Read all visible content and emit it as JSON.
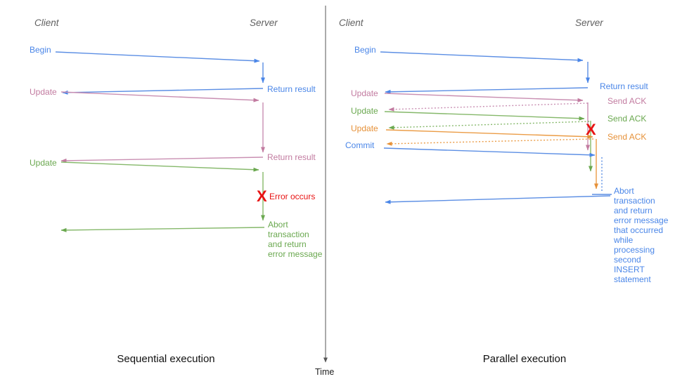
{
  "palette": {
    "blue": "#4a86e8",
    "pink": "#c27ba0",
    "green": "#6aa84f",
    "orange": "#e69138",
    "red": "#e81313",
    "header_gray": "#606060",
    "axis_gray": "#555555"
  },
  "time_axis": {
    "label": "Time"
  },
  "left": {
    "client_header": "Client",
    "server_header": "Server",
    "caption": "Sequential execution",
    "begin_label": "Begin",
    "return_result_1": "Return result",
    "update_1": "Update",
    "return_result_2": "Return result",
    "update_2": "Update",
    "x_mark": "X",
    "error_label": "Error occurs",
    "abort_note": "Abort\ntransaction\nand return\nerror message"
  },
  "right": {
    "client_header": "Client",
    "server_header": "Server",
    "caption": "Parallel execution",
    "begin_label": "Begin",
    "return_result": "Return result",
    "update_1": "Update",
    "send_ack_1": "Send ACK",
    "update_2": "Update",
    "send_ack_2": "Send ACK",
    "update_3": "Update",
    "send_ack_3": "Send ACK",
    "commit_label": "Commit",
    "x_mark": "X",
    "abort_note": "Abort\ntransaction\nand return\nerror message\nthat occurred\nwhile\nprocessing\nsecond\nINSERT\nstatement"
  }
}
